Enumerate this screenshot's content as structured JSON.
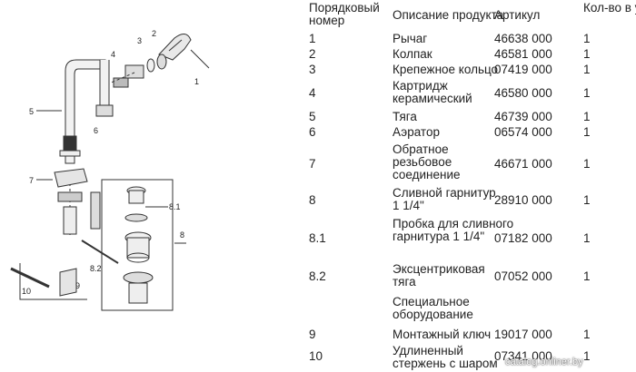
{
  "header": {
    "num": "Порядковый номер",
    "desc": "Описание продукта",
    "art": "Артикул",
    "qty": "Кол-во в упаковке"
  },
  "rows": [
    {
      "num": "1",
      "desc": "Рычаг",
      "art": "46638 000",
      "qty": "1"
    },
    {
      "num": "2",
      "desc": "Колпак",
      "art": "46581 000",
      "qty": "1"
    },
    {
      "num": "3",
      "desc": "Крепежное кольцо",
      "art": "07419 000",
      "qty": "1"
    },
    {
      "num": "4",
      "desc": "Картридж керамический",
      "art": "46580 000",
      "qty": "1"
    },
    {
      "num": "5",
      "desc": "Тяга",
      "art": "46739 000",
      "qty": "1"
    },
    {
      "num": "6",
      "desc": "Аэратор",
      "art": "06574 000",
      "qty": "1"
    },
    {
      "num": "7",
      "desc": "Обратное резьбовое соединение",
      "art": "46671 000",
      "qty": "1"
    },
    {
      "num": "8",
      "desc": "Сливной гарнитур 1 1/4\"",
      "art": "28910 000",
      "qty": "1"
    },
    {
      "num": "8.1",
      "desc": "Пробка для сливного гарнитура 1 1/4\"",
      "art": "07182 000",
      "qty": "1"
    },
    {
      "num": "8.2",
      "desc": "Эксцентриковая тяга",
      "art": "07052 000",
      "qty": "1"
    },
    {
      "num": "",
      "desc": "Специальное оборудование",
      "art": "",
      "qty": ""
    },
    {
      "num": "9",
      "desc": "Монтажный ключ",
      "art": "19017 000",
      "qty": "1"
    },
    {
      "num": "10",
      "desc": "Удлиненный стержень с шаром",
      "art": "07341 000",
      "qty": "1"
    }
  ],
  "diagram": {
    "callouts": [
      "1",
      "2",
      "3",
      "4",
      "5",
      "6",
      "7",
      "8",
      "8.1",
      "8.2",
      "9",
      "10"
    ]
  },
  "watermark": "catalog.onliner.by"
}
